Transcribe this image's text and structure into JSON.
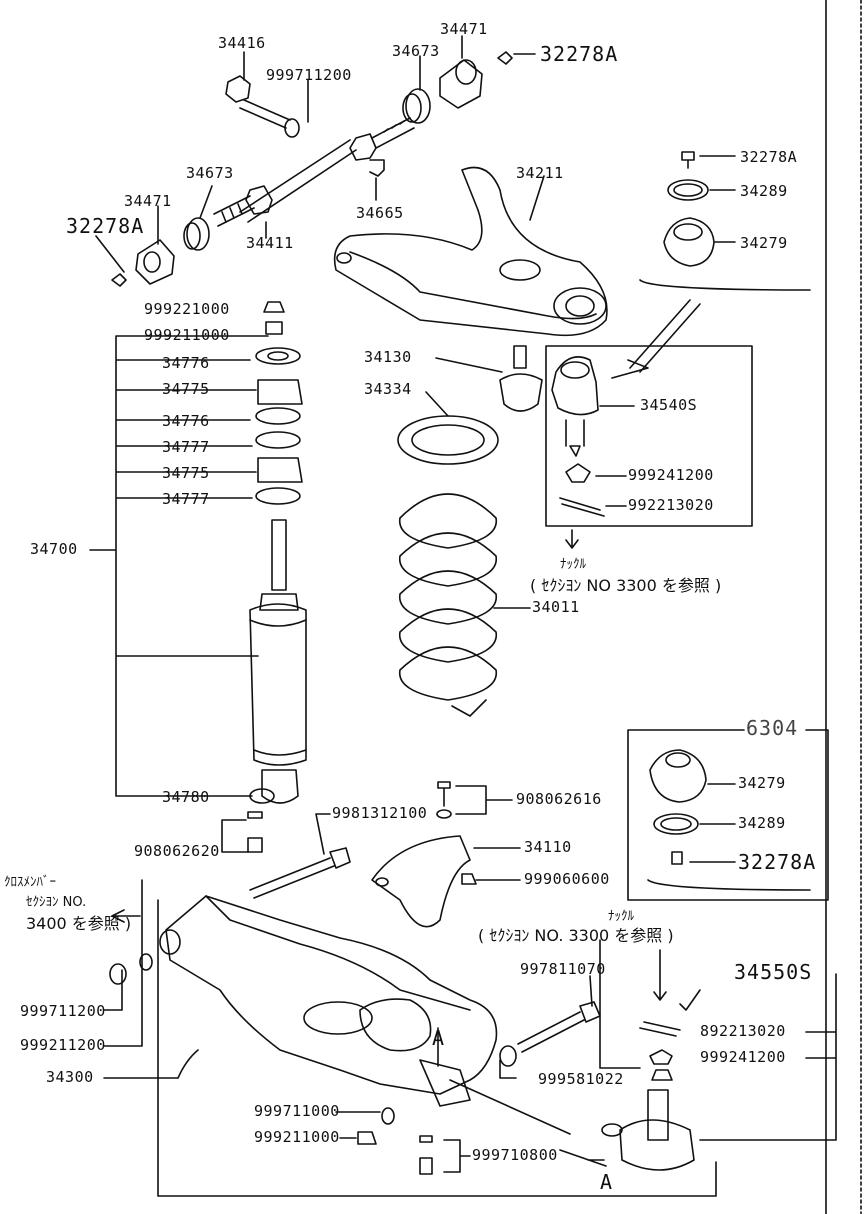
{
  "parts": {
    "p34416": "34416",
    "p999711200_top": "999711200",
    "p34673_top": "34673",
    "p34471_top": "34471",
    "p32278A_top": "32278A",
    "p34673_left": "34673",
    "p34471_left": "34471",
    "p32278A_left": "32278A",
    "p34411": "34411",
    "p34665": "34665",
    "p34211": "34211",
    "p32278A_right": "32278A",
    "p34289_top": "34289",
    "p34279_top": "34279",
    "p999221000": "999221000",
    "p999211000": "999211000",
    "p34776_a": "34776",
    "p34775_a": "34775",
    "p34776_b": "34776",
    "p34777_a": "34777",
    "p34775_b": "34775",
    "p34777_b": "34777",
    "p34700": "34700",
    "p34130": "34130",
    "p34334": "34334",
    "p34540S": "34540S",
    "p999241200_top": "999241200",
    "p992213020_top": "992213020",
    "p34011": "34011",
    "p6304": "6304",
    "p34279_box": "34279",
    "p34289_box": "34289",
    "p32278A_box": "32278A",
    "p34780": "34780",
    "p9981312100": "9981312100",
    "p908062616": "908062616",
    "p908062620": "908062620",
    "p34110": "34110",
    "p999060600": "999060600",
    "p997811070": "997811070",
    "p34550S": "34550S",
    "p999711200_bot": "999711200",
    "p999211200_bot": "999211200",
    "p34300": "34300",
    "p999581022": "999581022",
    "p892213020": "892213020",
    "p999241200_bot": "999241200",
    "p999711000": "999711000",
    "p999211000_bot": "999211000",
    "p999710800": "999710800",
    "marker_a1": "A",
    "marker_a2": "A"
  },
  "notes": {
    "knuckle1_title": "ﾅｯｸﾙ",
    "knuckle1_ref": "( ｾｸｼﾖﾝ  NO  3300  を参照 )",
    "knuckle2_title": "ﾅｯｸﾙ",
    "knuckle2_ref": "( ｾｸｼﾖﾝ  NO. 3300  を参照 )",
    "crossmember_title": "ｸﾛｽﾒﾝﾊﾞｰ",
    "crossmember_ref1": "ｾｸｼﾖﾝ  NO.",
    "crossmember_ref2": "3400  を参照 )"
  }
}
